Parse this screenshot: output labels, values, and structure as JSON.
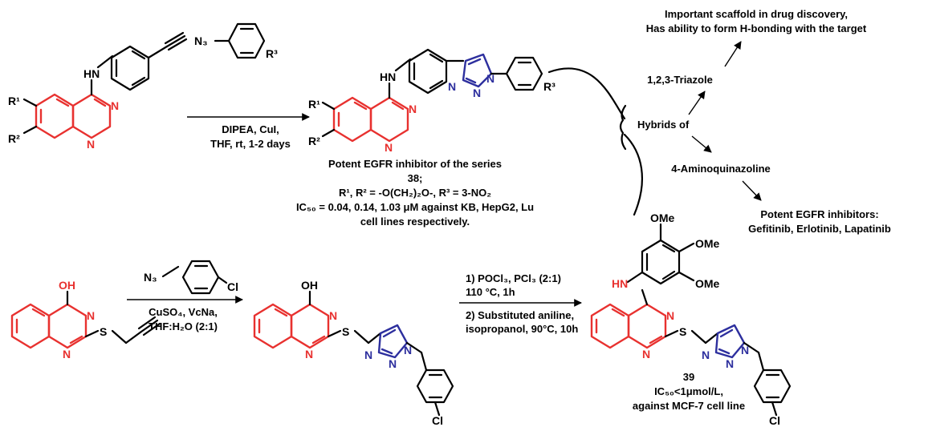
{
  "scaffold": {
    "line1": "Important scaffold in drug discovery,",
    "line2": "Has ability to form H-bonding with the target"
  },
  "triazole_label": "1,2,3-Triazole",
  "hybrids_label": "Hybrids of",
  "aminoquinazoline_label": "4-Aminoquinazoline",
  "egfr_inhibitors": {
    "line1": "Potent EGFR inhibitors:",
    "line2": "Gefitinib, Erlotinib, Lapatinib"
  },
  "reaction1": {
    "conditions_line1": "DIPEA, CuI,",
    "conditions_line2": "THF, rt, 1-2 days"
  },
  "compound38": {
    "caption": "Potent EGFR inhibitor of the series",
    "number": "38;",
    "substituents": "R¹, R² = -O(CH₂)₂O-, R³ = 3-NO₂",
    "ic50": "IC₅₀ = 0.04, 0.14, 1.03 μM against KB, HepG2, Lu",
    "ic50_tail": "cell lines respectively."
  },
  "reaction2": {
    "conditions_line1": "CuSO₄, VcNa,",
    "conditions_line2": "THF:H₂O (2:1)"
  },
  "reaction3": {
    "step1_line1": "1) POCl₃, PCl₃ (2:1)",
    "step1_line2": "110 °C, 1h",
    "step2_line1": "2) Substituted aniline,",
    "step2_line2": "isopropanol, 90°C, 10h"
  },
  "compound39": {
    "number": "39",
    "ic50": "IC₅₀<1μmol/L,",
    "target": "against MCF-7 cell line"
  },
  "atoms": {
    "nh": "HN",
    "n": "N",
    "n3": "N₃",
    "r1": "R¹",
    "r2": "R²",
    "r3": "R³",
    "oh": "OH",
    "s": "S",
    "cl": "Cl",
    "ome": "OMe"
  },
  "colors": {
    "quinazoline": "#e8312f",
    "triazole": "#2d2f9e"
  }
}
